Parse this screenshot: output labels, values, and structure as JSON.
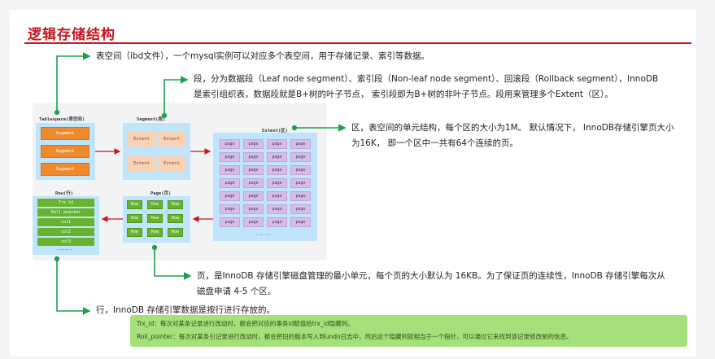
{
  "title": "逻辑存储结构",
  "notes": {
    "tablespace": "表空间（ibd文件），一个mysql实例可以对应多个表空间，用于存储记录、索引等数据。",
    "segment_line1": "段，分为数据段（Leaf node segment）、索引段（Non-leaf node segment）、回滚段（Rollback segment），InnoDB",
    "segment_line2": "是索引组织表，数据段就是B+树的叶子节点， 索引段即为B+树的非叶子节点。段用来管理多个Extent（区）。",
    "extent_line1": "区，表空间的单元结构，每个区的大小为1M。 默认情况下， InnoDB存储引擎页大小",
    "extent_line2": "为16K， 即一个区中一共有64个连续的页。",
    "page_line1": "页，是InnoDB 存储引擎磁盘管理的最小单元，每个页的大小默认为 16KB。为了保证页的连续性，InnoDB 存储引擎每次从",
    "page_line2": "磁盘申请 4-5 个区。",
    "row": "行，InnoDB 存储引擎数据是按行进行存放的。"
  },
  "diagram": {
    "tablespace_label": "Tablespace(表空间)",
    "segment_label": "Segment(段)",
    "extent_label": "Extent(区)",
    "row_label": "Row(行)",
    "page_label": "Page(页)",
    "segments": [
      "Segment",
      "Segment",
      "Segment"
    ],
    "extents": [
      "Extent",
      "Extent",
      "Extent",
      "Extent"
    ],
    "page_cell": "page",
    "row_cell": "Row",
    "row_items": [
      "Trx id",
      "Roll pointer",
      "col1",
      "col2",
      "col3"
    ],
    "ellipsis_rows": "......",
    "ellipsis_pages": "......"
  },
  "hidden_columns": {
    "trx_id": "Trx_id：每次对某条记录进行改动时，都会把对应的事务id赋值给trx_id隐藏列。",
    "roll_pointer": "Roll_pointer：每次对某条引记录进行改动时，都会把旧的版本写入到undo日志中，然后这个隐藏列就相当于一个指针，可以通过它来找到该记录修改前的信息。"
  },
  "colors": {
    "title": "#c8161d",
    "arrow_green": "#1aa24a",
    "arrow_red": "#c8161d",
    "segment": "#ef8a2c",
    "extent": "#f9d2b4",
    "page": "#d6bde6",
    "row": "#67b32f",
    "panel": "#bfe4fb"
  }
}
